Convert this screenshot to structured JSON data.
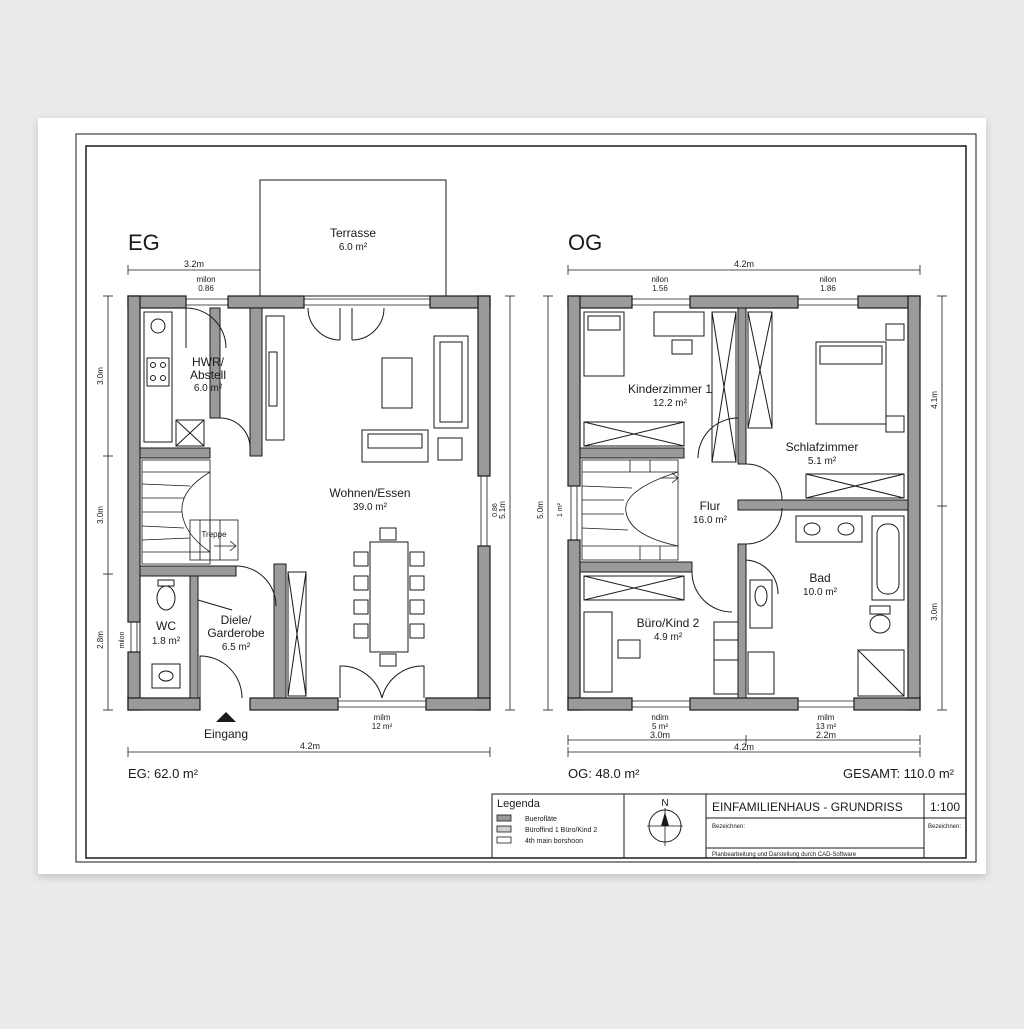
{
  "floors": {
    "eg": {
      "label": "EG",
      "area_label": "EG: 62.0 m²",
      "entrance": "Eingang",
      "dims": {
        "top_left": "3.2m",
        "bottom": "4.2m",
        "right": "5.1m",
        "left_top": "3.0m",
        "left_mid": "3.0m",
        "left_bottom": "2.8m"
      },
      "openings": {
        "top_window": "milon",
        "top_window_size": "0.86",
        "bottom_window": "milm",
        "bottom_window_size": "12 m²",
        "left_window": "milon",
        "right_window": "0.86"
      }
    },
    "og": {
      "label": "OG",
      "area_label": "OG: 48.0 m²",
      "dims": {
        "top": "4.2m",
        "bottom_total": "4.2m",
        "bottom_left": "3.0m",
        "bottom_right": "2.2m",
        "right_top": "4.1m",
        "right_bottom": "3.0m",
        "left": "5.0m",
        "inner_left": "1 m²"
      },
      "openings": {
        "top_left_window": "nilon",
        "top_left_size": "1.56",
        "top_right_window": "nilon",
        "top_right_size": "1.86",
        "bottom_left_window": "ndim",
        "bottom_left_size": "5 m²",
        "bottom_right_window": "milm",
        "bottom_right_size": "13 m²"
      }
    }
  },
  "rooms": {
    "terrasse": {
      "name": "Terrasse",
      "area": "6.0 m²"
    },
    "hwr": {
      "name1": "HWR/",
      "name2": "Abstell",
      "area": "6.0 m²"
    },
    "wohnen": {
      "name": "Wohnen/Essen",
      "area": "39.0 m²"
    },
    "treppe": {
      "name": "Treppe"
    },
    "wc": {
      "name": "WC",
      "area": "1.8 m²"
    },
    "diele": {
      "name1": "Diele/",
      "name2": "Garderobe",
      "area": "6.5 m²"
    },
    "kinder1": {
      "name": "Kinderzimmer 1",
      "area": "12.2 m²"
    },
    "schlaf": {
      "name": "Schlafzimmer",
      "area": "5.1 m²"
    },
    "flur": {
      "name": "Flur",
      "area": "16.0 m²"
    },
    "buero": {
      "name": "Büro/Kind 2",
      "area": "4.9 m²"
    },
    "bad": {
      "name": "Bad",
      "area": "10.0 m²"
    }
  },
  "total_label": "GESAMT: 110.0 m²",
  "title_block": {
    "legend_title": "Legenda",
    "legend_items": [
      "Buerofläte",
      "Büroffind 1 Büro/Kind 2",
      "4th main borshoon"
    ],
    "north": "N",
    "title": "EINFAMILIENHAUS - GRUNDRISS",
    "scale": "1:100",
    "field_a": "Bezeichnen:",
    "field_b": "Bezeichnen:",
    "footer": "Planbearbeitung und Darstellung durch CAD-Software"
  },
  "colors": {
    "wall": "#9a9a9a",
    "line": "#1a1a1a",
    "paper": "#ffffff",
    "background": "#e9eaec"
  }
}
